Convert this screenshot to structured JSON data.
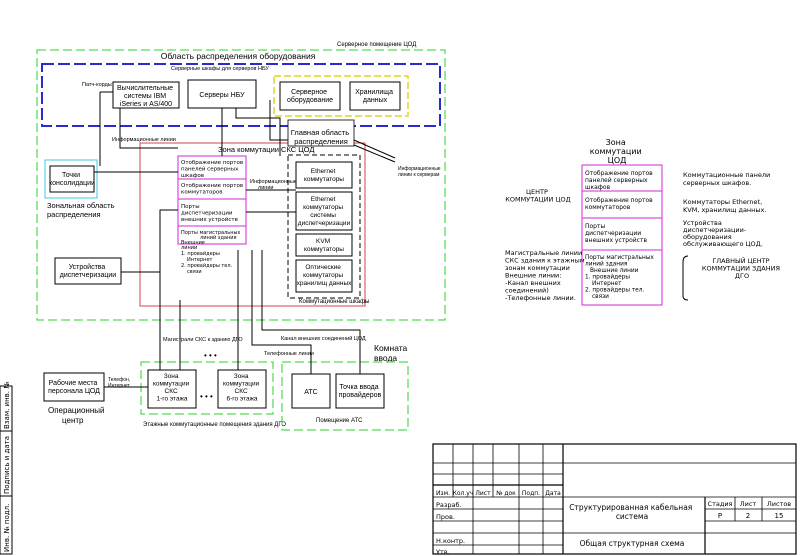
{
  "diagram": {
    "server_room_label": "Серверное помещение ЦОД",
    "equipment_area_title": "Область распределения оборудования",
    "patch_cords": "Патч-корды",
    "nbu_cabinets_label": "Серверные шкафы для серверов НБУ",
    "server_cabinets_label": "Серверные шкафы",
    "ibm_systems": [
      "Вычислительные",
      "системы IBM",
      "iSeries и AS/400"
    ],
    "nbu_servers": "Серверы НБУ",
    "server_equipment": [
      "Серверное",
      "оборудование"
    ],
    "storage": [
      "Хранилища",
      "данных"
    ],
    "info_lines_top": "Информационные линии",
    "info_lines_servers": [
      "Информационные",
      "линии к серверам"
    ],
    "main_area": [
      "Главная область",
      "распределения"
    ],
    "cs_zone_title": "Зона коммутации СКС ЦОД",
    "consolidation_point": [
      "Точки",
      "консолидации"
    ],
    "zonal_area": [
      "Зональная область",
      "распределения"
    ],
    "ports_list": [
      [
        "Отображение портов",
        "панелей серверных",
        "шкафов"
      ],
      [
        "Отображение портов",
        "коммутаторов"
      ],
      [
        "Порты",
        "диспетчеризации",
        "внешних устройств"
      ],
      [
        "Порты магистральных",
        "линий здания",
        "Внешние",
        "линии",
        "1. провайдеры",
        "Интернет",
        "2. провайдеры тел.",
        "связи"
      ]
    ],
    "info_lines_mid": [
      "Информационные",
      "линии"
    ],
    "switches": [
      [
        "Ethernet",
        "коммутаторы"
      ],
      [
        "Ethernet",
        "коммутаторы",
        "системы",
        "диспетчеризации"
      ],
      [
        "KVM",
        "коммутаторы"
      ],
      [
        "Оптические",
        "коммутаторы",
        "хранилищ данных"
      ]
    ],
    "switch_cabinets": "Коммутационные шкафы",
    "dispatch_devices": [
      "Устройства",
      "диспетчеризации"
    ],
    "trunk_label": "Магистрали СКС к зданию ДГО",
    "ext_channel": "Канал внешних соединений ЦОД",
    "phone_lines": "Телефонные линии",
    "entrance_room": [
      "Комната",
      "ввода"
    ],
    "ats_room": "Помещение АТС",
    "ats": "АТС",
    "provider_entry": [
      "Точка ввода",
      "провайдеров"
    ],
    "workplaces": [
      "Рабочие места",
      "персонала ЦОД"
    ],
    "phone_internet": [
      "Телефон,",
      "Интернет"
    ],
    "operations_center": [
      "Операционный",
      "центр"
    ],
    "zone1": [
      "Зона",
      "коммутации",
      "СКС",
      "1-го этажа"
    ],
    "zone6": [
      "Зона",
      "коммутации",
      "СКС",
      "6-го этажа"
    ],
    "floor_rooms": "Этажные коммутационные помещения здания ДГО",
    "ellipsis": "• • •"
  },
  "annotations": {
    "zone_title": [
      "Зона",
      "коммутации",
      "ЦОД"
    ],
    "center_label": [
      "ЦЕНТР",
      "КОММУТАЦИИ ЦОД"
    ],
    "ports_list": [
      [
        "Отображение портов",
        "панелей серверных",
        "шкафов"
      ],
      [
        "Отображение портов",
        "коммутаторов"
      ],
      [
        "Порты",
        "диспетчеризации",
        "внешних устройств"
      ],
      [
        "Порты магистральных",
        "линий здания",
        "Внешние линии",
        "1. провайдеры",
        "Интернет",
        "2. провайдеры тел.",
        "связи"
      ]
    ],
    "right_notes": [
      [
        "Коммутационные панели",
        "серверных шкафов."
      ],
      [
        "Коммутаторы Ethernet,",
        "KVM, хранилищ данных."
      ],
      [
        "Устройства",
        "диспетчеризации-",
        "оборудования",
        "обслуживающего ЦОД."
      ]
    ],
    "main_center": [
      "ГЛАВНЫЙ ЦЕНТР",
      "КОММУТАЦИИ ЗДАНИЯ",
      "ДГО"
    ],
    "trunk_notes": [
      "Магистральные линии",
      "СКС здания к этажным",
      "зонам коммутации",
      "Внешние линии:",
      "-Канал внешних",
      "соединений)",
      "-Телефонные линии."
    ]
  },
  "side_strip": [
    "Инв. № подл.",
    "Подпись и дата",
    "Взам. инв. №"
  ],
  "title_block": {
    "columns": [
      "Изм.",
      "Кол.уч",
      "Лист",
      "№ док",
      "Подп.",
      "Дата"
    ],
    "rows": [
      "Разраб.",
      "Пров.",
      "",
      "Н.контр.",
      "Утв."
    ],
    "doc_title": [
      "Структурированная кабельная",
      "система"
    ],
    "sheet_title": "Общая структурная схема",
    "headers": [
      "Стадия",
      "Лист",
      "Листов"
    ],
    "values": [
      "Р",
      "2",
      "15"
    ]
  }
}
